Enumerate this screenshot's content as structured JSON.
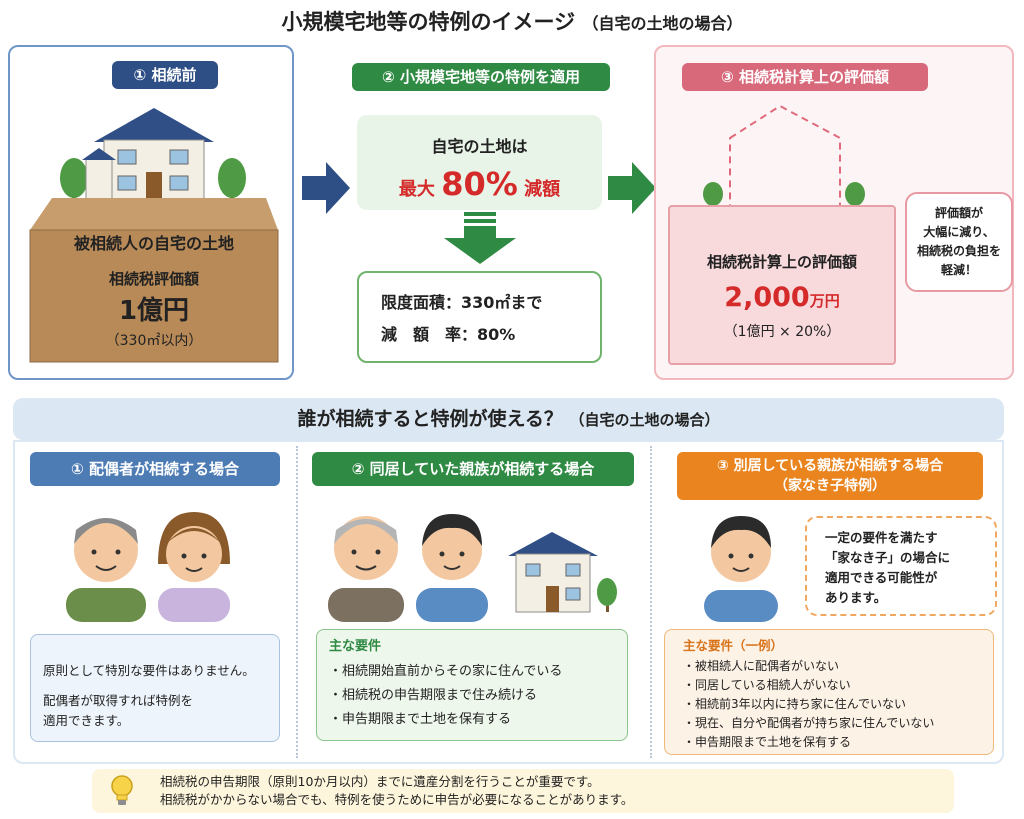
{
  "title": {
    "main": "小規模宅地等の特例のイメージ",
    "sub": "（自宅の土地の場合）"
  },
  "panel1": {
    "label": "① 相続前",
    "land_title": "被相続人の自宅の土地",
    "eval_label": "相続税評価額",
    "eval_value": "1億円",
    "area": "（330㎡以内）"
  },
  "panel2": {
    "label": "② 小規模宅地等の特例を適用",
    "line1": "自宅の土地は",
    "max_prefix": "最大",
    "percent": "80%",
    "reduce": "減額",
    "limit_area": "限度面積：330㎡まで",
    "limit_rate": "減　額　率：80%"
  },
  "panel3": {
    "label": "③ 相続税計算上の評価額",
    "box_title": "相続税計算上の評価額",
    "value": "2,000",
    "unit": "万円",
    "formula": "（1億円 × 20%）",
    "bubble": [
      "評価額が",
      "大幅に減り、",
      "相続税の負担を",
      "軽減！"
    ]
  },
  "section2": {
    "title": "誰が相続すると特例が使える？",
    "sub": "（自宅の土地の場合）",
    "col1": {
      "label": "① 配偶者が相続する場合",
      "text1": "原則として特別な要件はありません。",
      "text2": "配偶者が取得すれば特例を",
      "text3": "適用できます。"
    },
    "col2": {
      "label": "② 同居していた親族が相続する場合",
      "heading": "主な要件",
      "items": [
        "・相続開始直前からその家に住んでいる",
        "・相続税の申告期限まで住み続ける",
        "・申告期限まで土地を保有する"
      ]
    },
    "col3": {
      "label1": "③ 別居している親族が相続する場合",
      "label2": "（家なき子特例）",
      "bubble": [
        "一定の要件を満たす",
        "「家なき子」の場合に",
        "適用できる可能性が",
        "あります。"
      ],
      "heading": "主な要件（一例）",
      "items": [
        "・被相続人に配偶者がいない",
        "・同居している相続人がいない",
        "・相続前3年以内に持ち家に住んでいない",
        "・現在、自分や配偶者が持ち家に住んでいない",
        "・申告期限まで土地を保有する"
      ]
    }
  },
  "footer": {
    "line1": "相続税の申告期限（原則10か月以内）までに遺産分割を行うことが重要です。",
    "line2": "相続税がかからない場合でも、特例を使うために申告が必要になることがあります。"
  },
  "colors": {
    "navy": "#2e4e86",
    "green": "#2f8a43",
    "pink": "#d8697b",
    "orange": "#e9841e",
    "red": "#d42a2a"
  }
}
